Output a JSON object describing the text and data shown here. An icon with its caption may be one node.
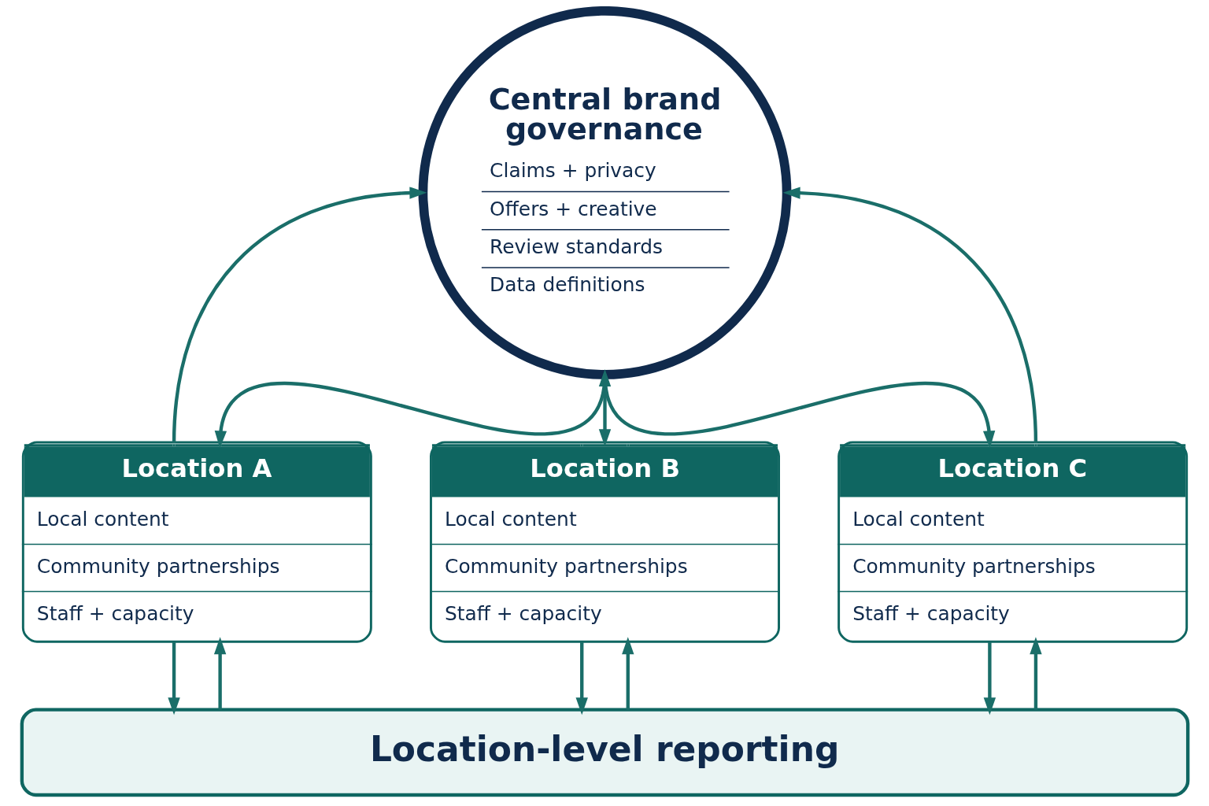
{
  "diagram": {
    "nodes": [
      {
        "text": [
          "Central brand governance",
          "Claims + privacy",
          "Offers + creative",
          "Review standards",
          "Data definitions"
        ]
      },
      {
        "text": [
          "Location A",
          "Local content",
          "Community partnerships",
          "Staff + capacity"
        ]
      },
      {
        "text": [
          "Location B",
          "Local content",
          "Community partnerships",
          "Staff + capacity"
        ]
      },
      {
        "text": [
          "Location C",
          "Local content",
          "Community partnerships",
          "Staff + capacity"
        ]
      },
      {
        "text": [
          "Location-level reporting"
        ]
      }
    ],
    "edges": [
      {
        "from": 1,
        "to": 0,
        "arrow": "to"
      },
      {
        "from": 3,
        "to": 0,
        "arrow": "to"
      },
      {
        "from": 0,
        "to": 1,
        "arrow": "to"
      },
      {
        "from": 0,
        "to": 2,
        "arrow": "both"
      },
      {
        "from": 0,
        "to": 3,
        "arrow": "to"
      },
      {
        "from": 1,
        "to": 4,
        "arrow": "to"
      },
      {
        "from": 4,
        "to": 1,
        "arrow": "to"
      },
      {
        "from": 2,
        "to": 4,
        "arrow": "to"
      },
      {
        "from": 4,
        "to": 2,
        "arrow": "to"
      },
      {
        "from": 3,
        "to": 4,
        "arrow": "to"
      },
      {
        "from": 4,
        "to": 3,
        "arrow": "to"
      }
    ]
  }
}
